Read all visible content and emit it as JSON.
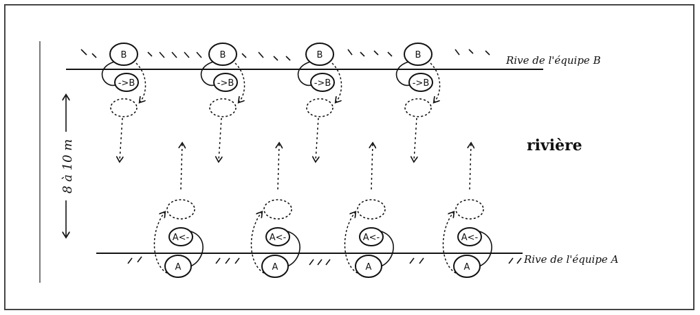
{
  "labels": {
    "bank_b": "Rive de l'équipe B",
    "bank_a": "Rive de l'équipe A",
    "river": "rivière",
    "distance": "8 à 10 m"
  },
  "teams": {
    "b_letter": "B",
    "b_arrow_letter": "->B",
    "a_letter": "A",
    "a_arrow_letter": "A<-"
  }
}
